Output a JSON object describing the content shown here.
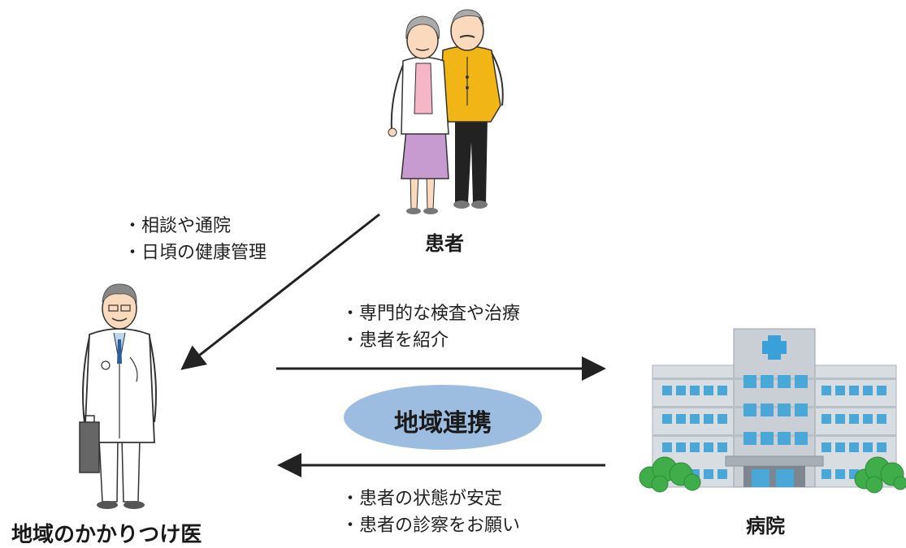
{
  "nodes": {
    "patient": {
      "label": "患者"
    },
    "doctor": {
      "label": "地域のかかりつけ医"
    },
    "hospital": {
      "label": "病院"
    },
    "center": {
      "label": "地域連携"
    }
  },
  "edges": {
    "patient_to_doctor": {
      "notes": [
        "・相談や通院",
        "・日頃の健康管理"
      ]
    },
    "doctor_to_hospital": {
      "notes": [
        "・専門的な検査や治療",
        "・患者を紹介"
      ]
    },
    "hospital_to_doctor": {
      "notes": [
        "・患者の状態が安定",
        "・患者の診察をお願い"
      ]
    }
  },
  "colors": {
    "ellipse": "#9dbde0",
    "arrow": "#222222",
    "hospital_body": "#d8dde2",
    "hospital_window": "#4aa8d8",
    "cross": "#3aa0d8",
    "shrub": "#3fae4a"
  }
}
